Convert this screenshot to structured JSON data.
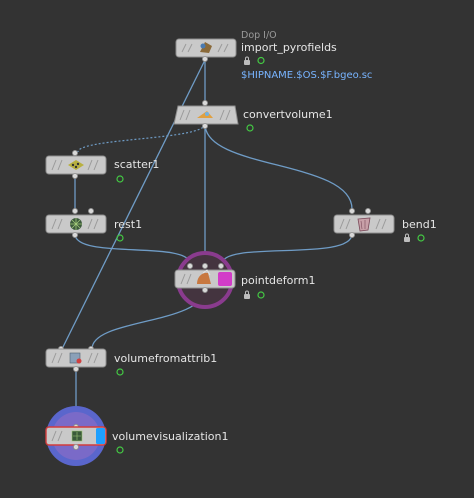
{
  "nodes": {
    "import": {
      "category": "Dop I/O",
      "name": "import_pyrofields",
      "path": "$HIPNAME.$OS.$F.bgeo.sc"
    },
    "convertvolume": {
      "name": "convertvolume1"
    },
    "scatter": {
      "name": "scatter1"
    },
    "rest": {
      "name": "rest1"
    },
    "bend": {
      "name": "bend1"
    },
    "pointdeform": {
      "name": "pointdeform1"
    },
    "volumefromattrib": {
      "name": "volumefromattrib1"
    },
    "volumevisualization": {
      "name": "volumevisualization1"
    }
  },
  "colors": {
    "background": "#333333",
    "wire": "#6f9cc6",
    "display_flag": "#1ea0ff",
    "template_flag": "#d23cc8",
    "selected_ring": "#8a3b8e",
    "display_ring": "#5a66cc"
  },
  "icons": {
    "import": "dop-io-icon",
    "convertvolume": "convert-volume-icon",
    "scatter": "scatter-icon",
    "rest": "rest-sphere-icon",
    "bend": "bend-icon",
    "pointdeform": "point-deform-icon",
    "volumefromattrib": "volume-from-attrib-icon",
    "volumevisualization": "volume-visualization-icon"
  }
}
